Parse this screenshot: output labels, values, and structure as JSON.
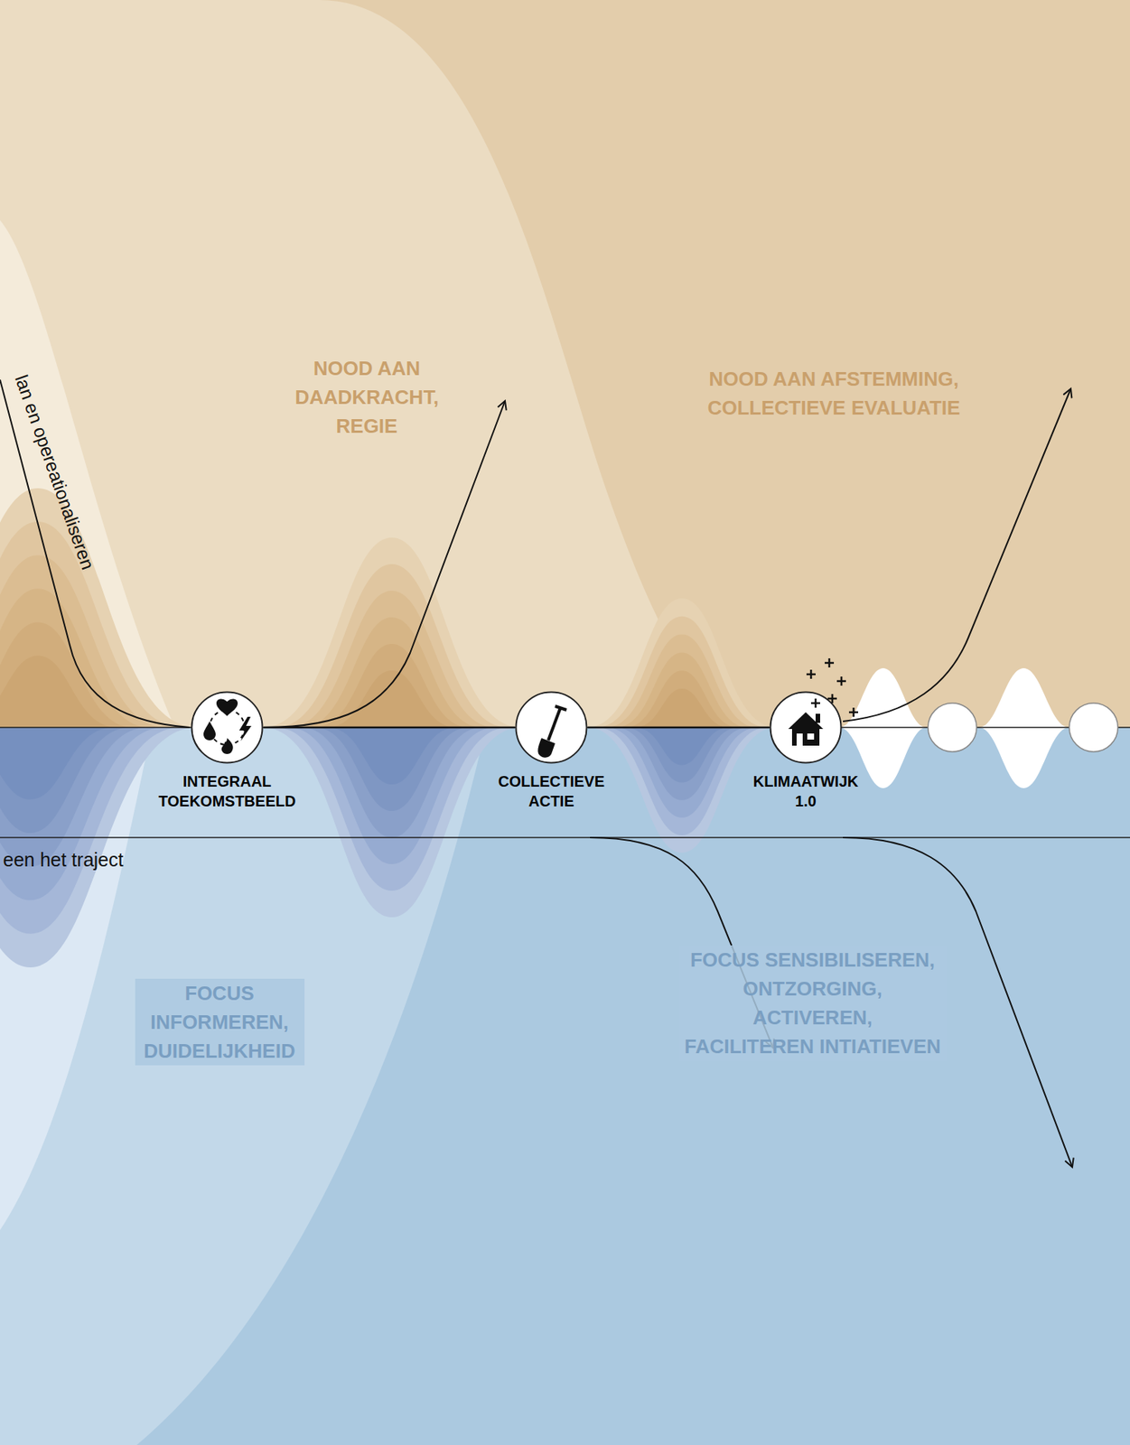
{
  "diagram": {
    "nodes": [
      {
        "text": [
          "INTEGRAAL TOEKOMSTBEELD"
        ]
      },
      {
        "text": [
          "COLLECTIEVE ACTIE"
        ]
      },
      {
        "text": [
          "KLIMAATWIJK 1.0"
        ]
      }
    ],
    "edges": [
      {
        "from": 0,
        "to": 1,
        "arrow": "none"
      },
      {
        "from": 1,
        "to": 2,
        "arrow": "none"
      }
    ],
    "labels": [
      "lan en opereationaliseren",
      "NOOD AAN DAADKRACHT, REGIE",
      "NOOD AAN AFSTEMMING, COLLECTIEVE EVALUATIE",
      "een het traject",
      "FOCUS INFORMEREN, DUIDELIJKHEID",
      "FOCUS SENSIBILISEREN, ONTZORGING, ACTIVEREN, FACILITEREN INTIATIEVEN"
    ]
  }
}
